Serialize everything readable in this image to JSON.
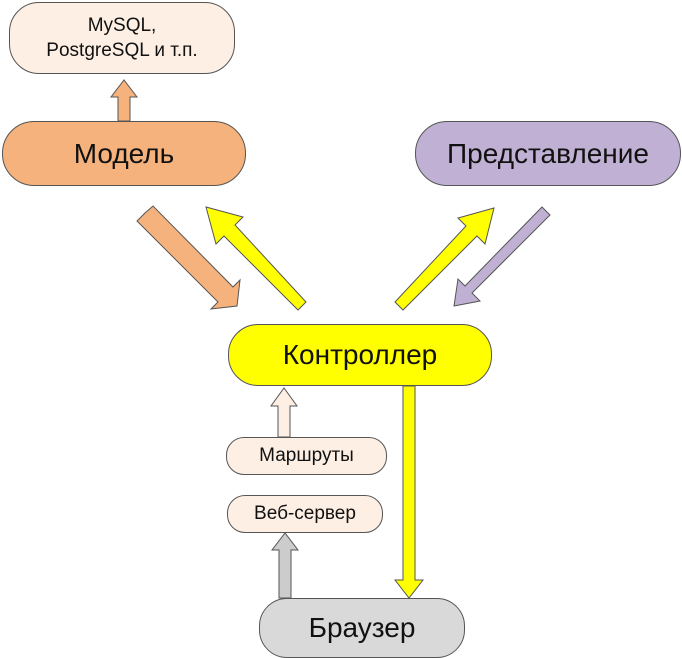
{
  "nodes": {
    "database": {
      "line1": "MySQL,",
      "line2": "PostgreSQL и т.п."
    },
    "model": "Модель",
    "view": "Представление",
    "controller": "Контроллер",
    "routes": "Маршруты",
    "webserver": "Веб-сервер",
    "browser": "Браузер"
  },
  "colors": {
    "model": "#f6b27c",
    "view": "#c0b1d4",
    "controller": "#ffff00",
    "light": "#fdefe4",
    "browser": "#d9d9d9",
    "arrow_web": "#cccccc"
  }
}
